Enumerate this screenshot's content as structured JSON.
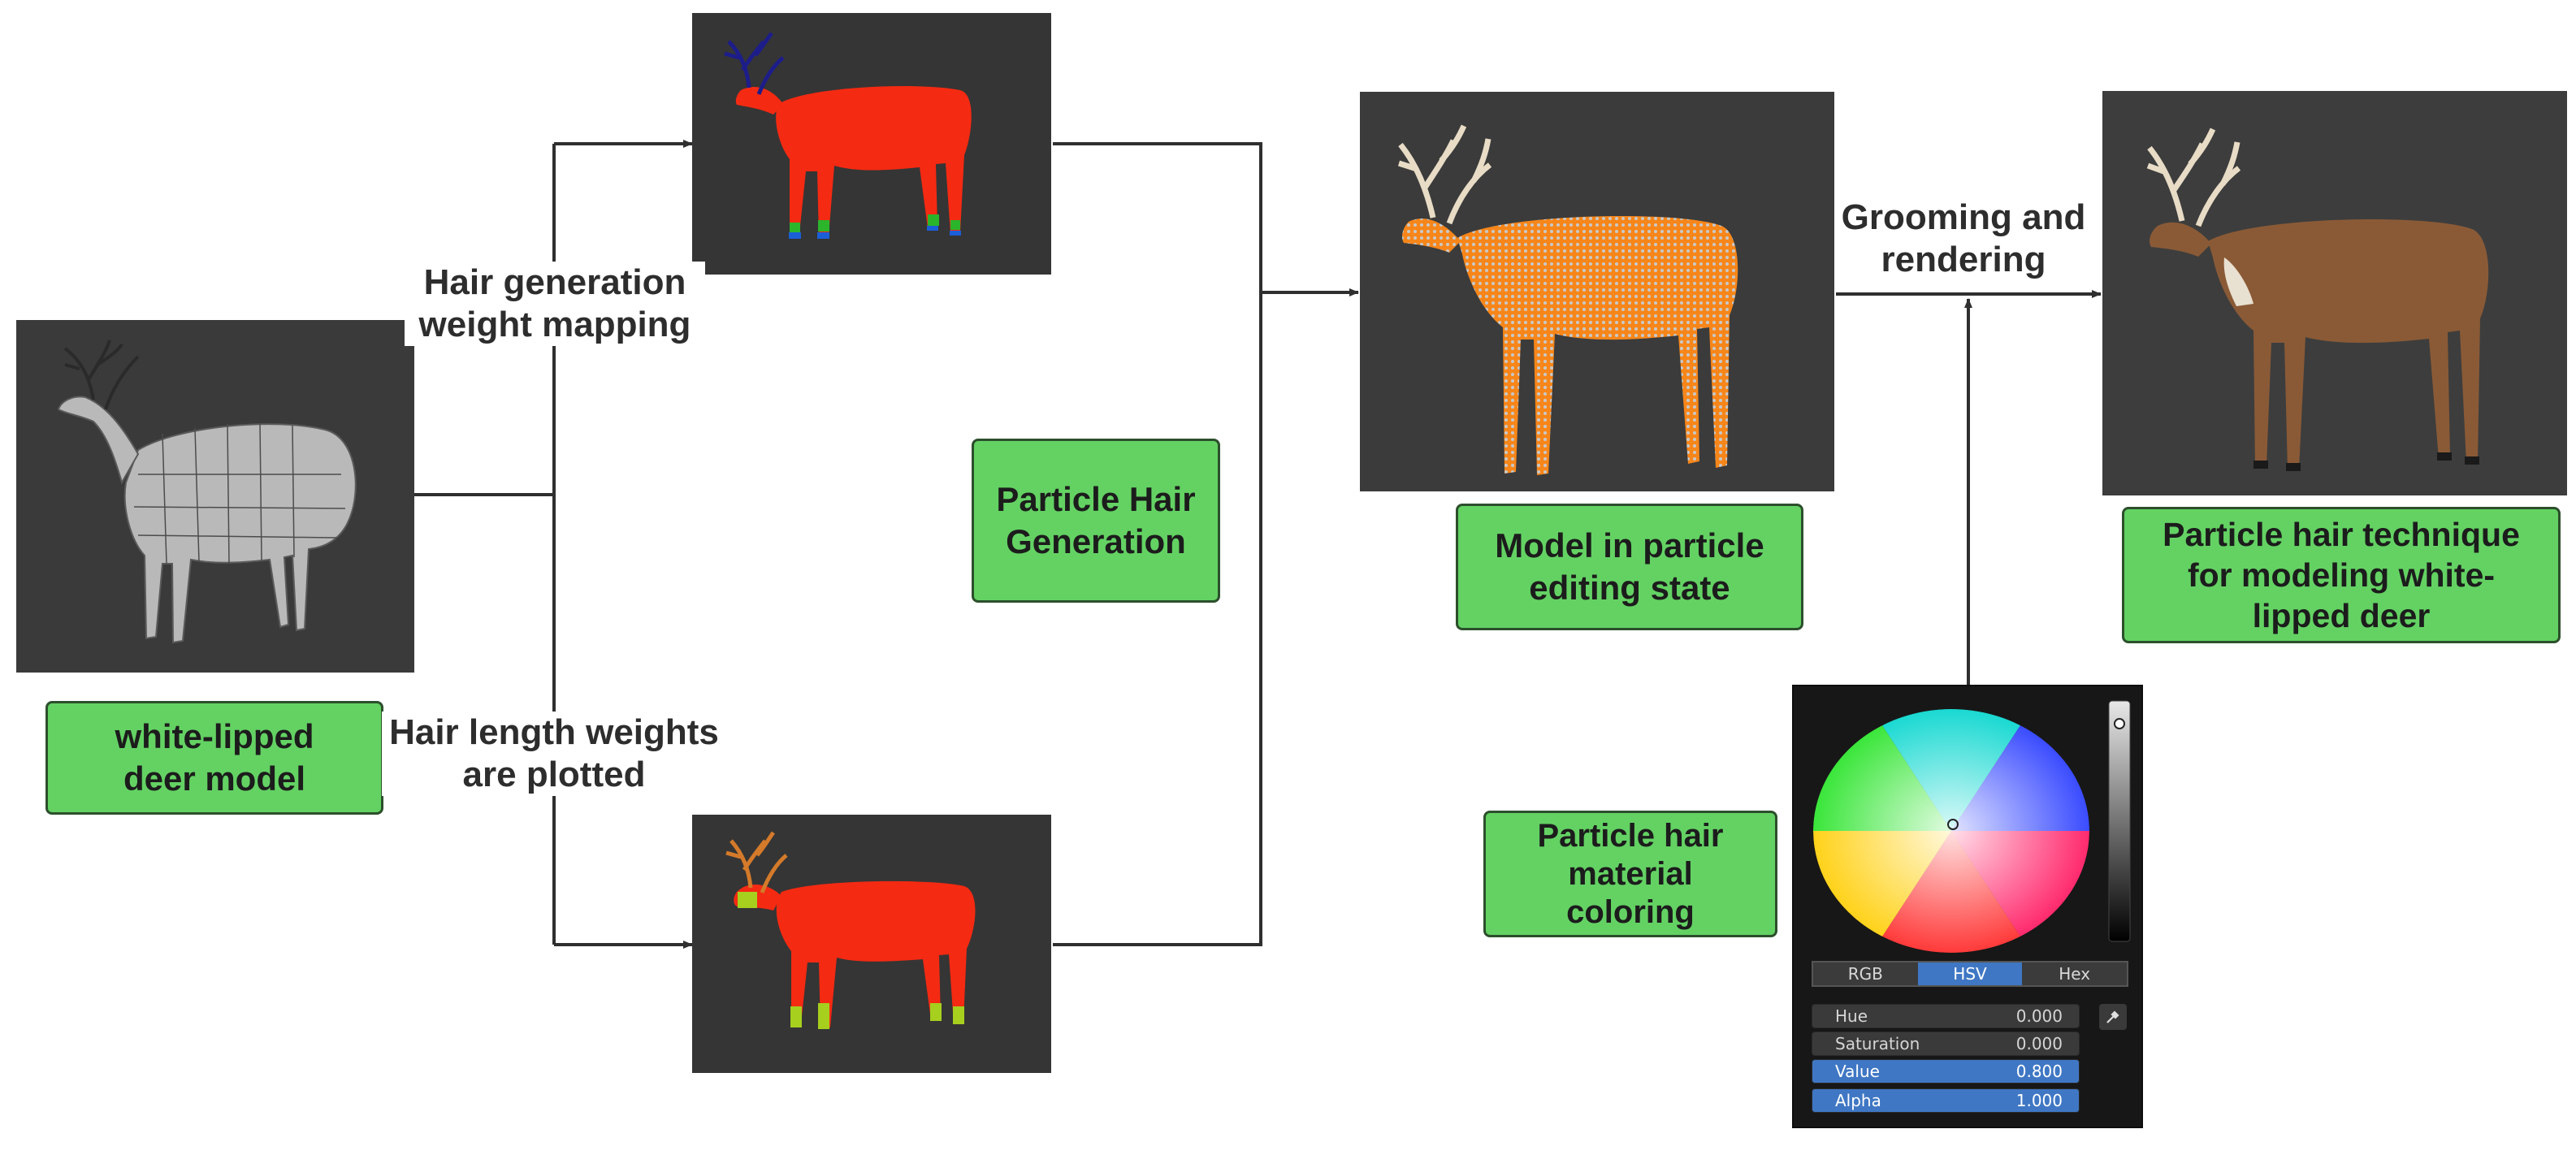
{
  "nodes": {
    "deer_model_label": [
      "white-lipped",
      "deer model"
    ],
    "weight_mapping_label": [
      "Hair generation",
      "weight mapping"
    ],
    "length_weights_label": [
      "Hair length weights",
      "are plotted"
    ],
    "particle_generation_label": [
      "Particle Hair",
      "Generation"
    ],
    "editing_state_label": [
      "Model in particle",
      "editing state"
    ],
    "grooming_label": [
      "Grooming and",
      "rendering"
    ],
    "technique_label": [
      "Particle hair technique",
      "for modeling white-",
      "lipped deer"
    ],
    "material_coloring_label": [
      "Particle hair",
      "material",
      "coloring"
    ]
  },
  "color_picker": {
    "tabs": [
      "RGB",
      "HSV",
      "Hex"
    ],
    "active_tab": "HSV",
    "rows": [
      {
        "label": "Hue",
        "value": "0.000",
        "active": false
      },
      {
        "label": "Saturation",
        "value": "0.000",
        "active": false
      },
      {
        "label": "Value",
        "value": "0.800",
        "active": true
      },
      {
        "label": "Alpha",
        "value": "1.000",
        "active": true
      }
    ],
    "eyedropper_icon": "eyedropper-icon"
  },
  "colors": {
    "green_box": "#63d263",
    "panel_bg": "#353535",
    "arrow": "#2f2f2f",
    "weight_red": "#f42a12",
    "particle_orange": "#f7861a",
    "deer_brown": "#8a5a36",
    "accent_blue": "#3f77c4"
  }
}
